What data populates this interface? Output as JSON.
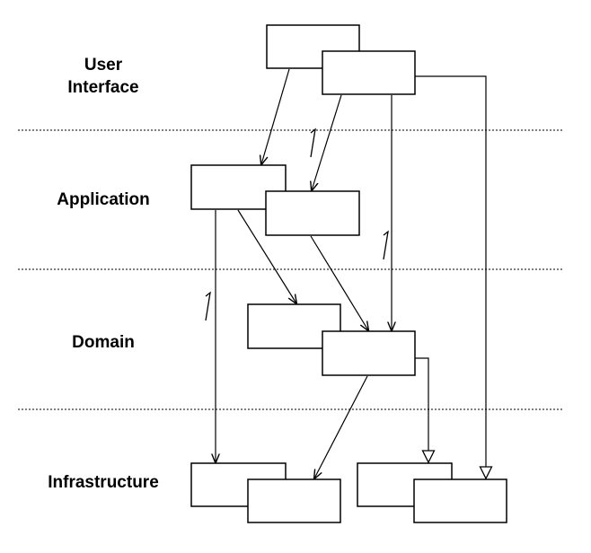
{
  "layers": {
    "user_interface_line1": "User",
    "user_interface_line2": "Interface",
    "application": "Application",
    "domain": "Domain",
    "infrastructure": "Infrastructure"
  }
}
